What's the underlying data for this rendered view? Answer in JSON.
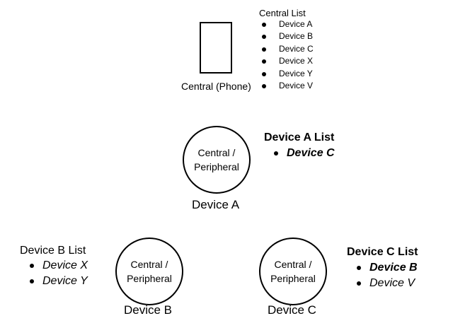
{
  "central": {
    "caption": "Central (Phone)",
    "list_title": "Central List",
    "items": [
      "Device A",
      "Device B",
      "Device C",
      "Device X",
      "Device Y",
      "Device V"
    ]
  },
  "node_role_line1": "Central /",
  "node_role_line2": "Peripheral",
  "device_a": {
    "label": "Device A",
    "list_title": "Device A List",
    "items": [
      "Device C"
    ]
  },
  "device_b": {
    "label": "Device B",
    "list_title": "Device B List",
    "items": [
      "Device X",
      "Device Y"
    ]
  },
  "device_c": {
    "label": "Device C",
    "list_title": "Device C List",
    "items": [
      "Device B",
      "Device V"
    ]
  }
}
